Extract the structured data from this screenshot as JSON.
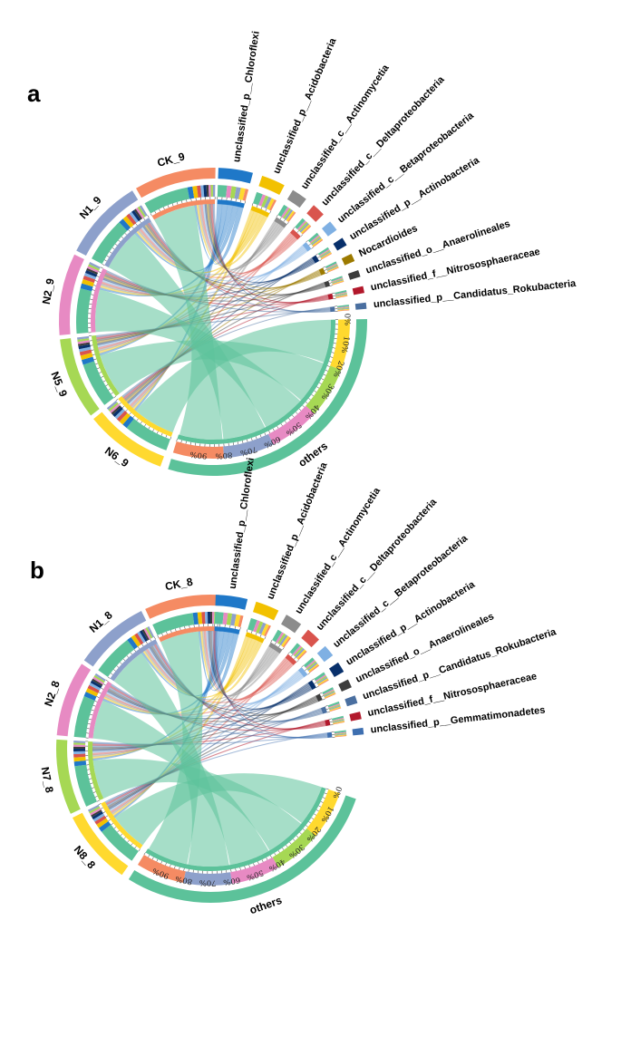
{
  "colors": {
    "others": "#5cc29a",
    "tickring": "#8fd0b6",
    "groups": {
      "CK": "#f58b63",
      "N1": "#8da0cb",
      "N2": "#e78ac3",
      "N5": "#a6d854",
      "N6": "#ffd92f",
      "N7": "#a6d854",
      "N8": "#ffd92f"
    },
    "taxa": {
      "unclassified_p__Chloroflexi": "#1f78c8",
      "unclassified_p__Acidobacteria": "#f2c100",
      "unclassified_c__Actinomycetia": "#8c8c8c",
      "unclassified_c__Deltaproteobacteria": "#d9544d",
      "unclassified_c__Betaproteobacteria": "#7fb0e3",
      "unclassified_p__Actinobacteria": "#08306b",
      "Nocardioides": "#9c7a00",
      "unclassified_o__Anaerolineales": "#3d3d3d",
      "unclassified_f__Nitrososphaeraceae": "#b2182b",
      "unclassified_p__Candidatus_Rokubacteria": "#4a6fa0",
      "unclassified_p__Gemmatimonadetes": "#3e6fb0"
    }
  },
  "panels": [
    {
      "id": "a",
      "label": "a",
      "samples": [
        "N6_9",
        "N5_9",
        "N2_9",
        "N1_9",
        "CK_9"
      ],
      "sample_groups": [
        "N6",
        "N5",
        "N2",
        "N1",
        "CK"
      ],
      "taxa": [
        "unclassified_p__Chloroflexi",
        "unclassified_p__Acidobacteria",
        "unclassified_c__Actinomycetia",
        "unclassified_c__Deltaproteobacteria",
        "unclassified_c__Betaproteobacteria",
        "unclassified_p__Actinobacteria",
        "Nocardioides",
        "unclassified_o__Anaerolineales",
        "unclassified_f__Nitrososphaeraceae",
        "unclassified_p__Candidatus_Rokubacteria"
      ],
      "others_label": "others",
      "others_ticks": [
        "0%",
        "10%",
        "20%",
        "30%",
        "40%",
        "50%",
        "60%",
        "70%",
        "80%",
        "90%"
      ]
    },
    {
      "id": "b",
      "label": "b",
      "samples": [
        "N8_8",
        "N7_8",
        "N2_8",
        "N1_8",
        "CK_8"
      ],
      "sample_groups": [
        "N8",
        "N7",
        "N2",
        "N1",
        "CK"
      ],
      "taxa": [
        "unclassified_p__Chloroflexi",
        "unclassified_p__Acidobacteria",
        "unclassified_c__Actinomycetia",
        "unclassified_c__Deltaproteobacteria",
        "unclassified_c__Betaproteobacteria",
        "unclassified_p__Actinobacteria",
        "unclassified_o__Anaerolineales",
        "unclassified_p__Candidatus_Rokubacteria",
        "unclassified_f__Nitrososphaeraceae",
        "unclassified_p__Gemmatimonadetes"
      ],
      "others_label": "others",
      "others_ticks": [
        "0%",
        "10%",
        "20%",
        "30%",
        "40%",
        "50%",
        "60%",
        "70%",
        "80%",
        "90%"
      ]
    }
  ]
}
